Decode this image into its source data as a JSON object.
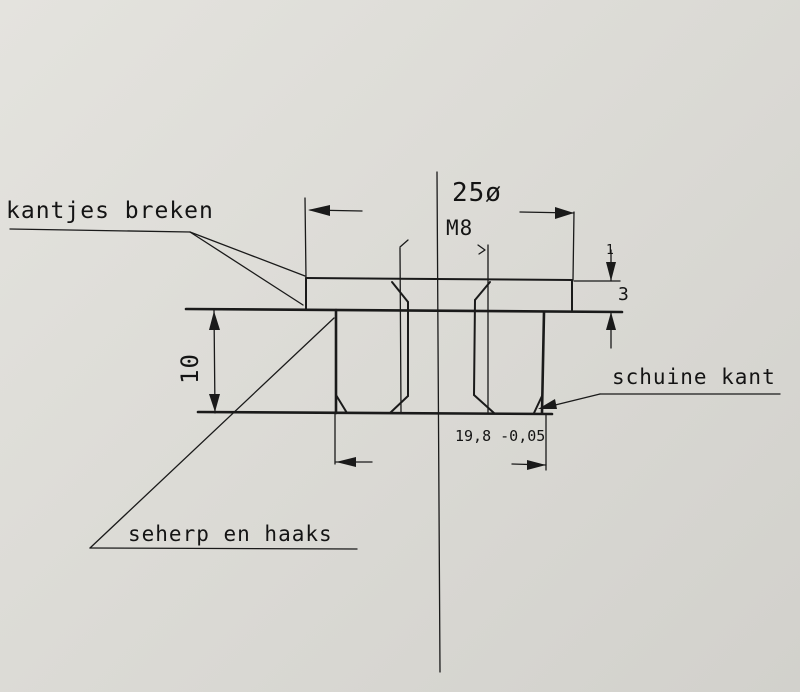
{
  "labels": {
    "chamfer_edges": "kantjes breken",
    "chamfer": "schuine kant",
    "sharp_square": "seherp en haaks"
  },
  "dimensions": {
    "diameter": "25ø",
    "thread": "M8",
    "flange_thickness": "3",
    "height": "10",
    "shaft_diameter": "19,8 -0,05",
    "tick_one": "1"
  },
  "colors": {
    "paper": "#e2e1dc",
    "ink": "#1a1a1a"
  }
}
